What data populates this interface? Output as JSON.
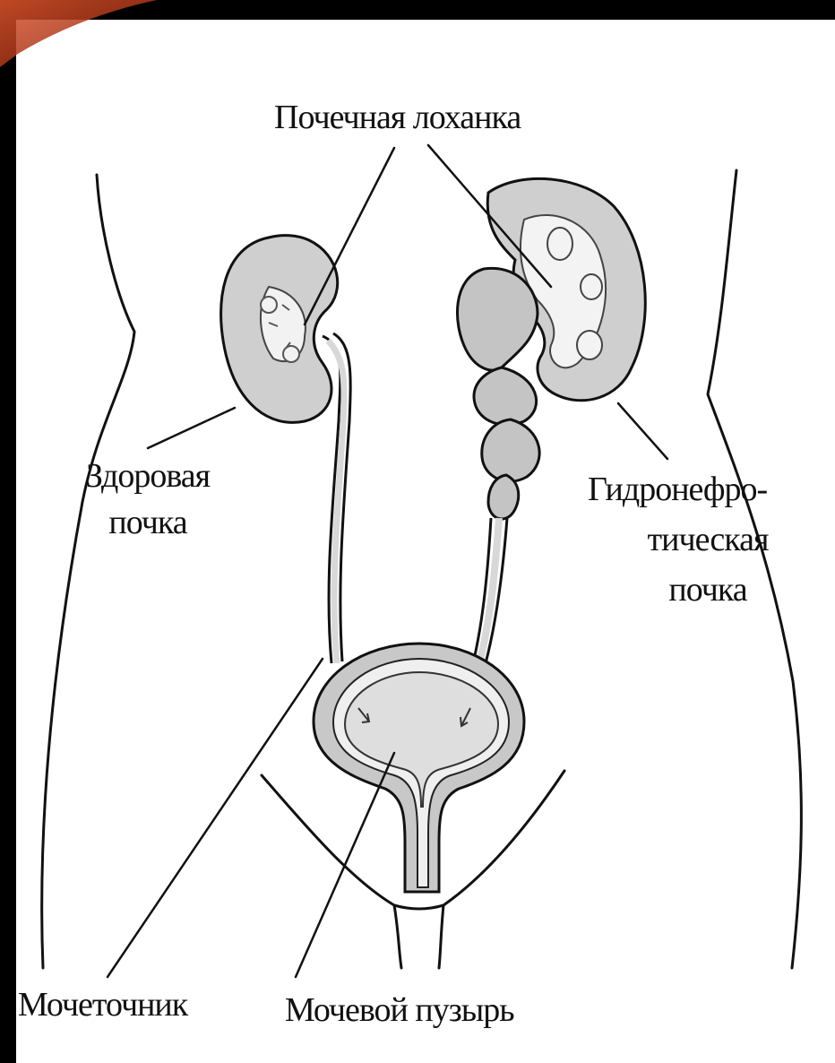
{
  "diagram": {
    "labels": {
      "renal_pelvis": "Почечная лоханка",
      "healthy_kidney_line1": "Здоровая",
      "healthy_kidney_line2": "почка",
      "hydronephrotic_line1": "Гидронефро-",
      "hydronephrotic_line2": "тическая",
      "hydronephrotic_line3": "почка",
      "ureter": "Мочеточник",
      "bladder": "Мочевой пузырь"
    }
  },
  "colors": {
    "slide_frame": "#000000",
    "accent_corner": "#c0391a",
    "canvas": "#ffffff",
    "organ_fill": "#cfcfcf",
    "organ_light": "#efefef",
    "ink": "#111111"
  }
}
